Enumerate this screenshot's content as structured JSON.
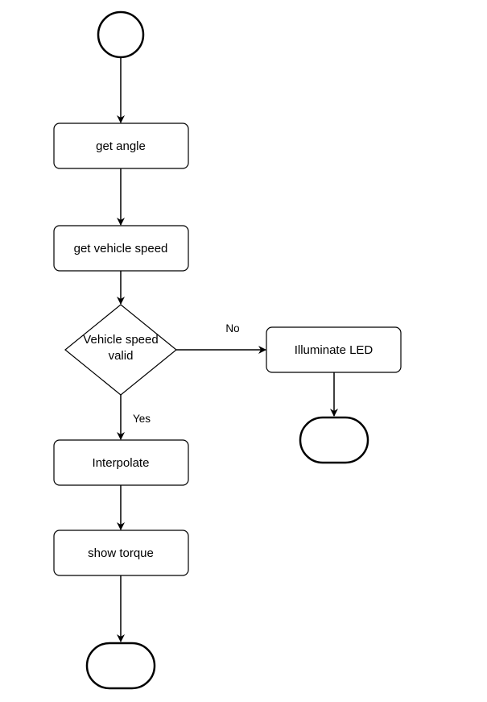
{
  "diagram": {
    "type": "flowchart",
    "nodes": {
      "get_angle": "get angle",
      "get_vehicle_speed": "get vehicle speed",
      "decision_line1": "Vehicle speed",
      "decision_line2": "valid",
      "illuminate_led": "Illuminate LED",
      "interpolate": "Interpolate",
      "show_torque": "show torque"
    },
    "edges": {
      "no_label": "No",
      "yes_label": "Yes"
    },
    "colors": {
      "stroke": "#000000",
      "fill": "#ffffff",
      "text": "#000000"
    }
  }
}
